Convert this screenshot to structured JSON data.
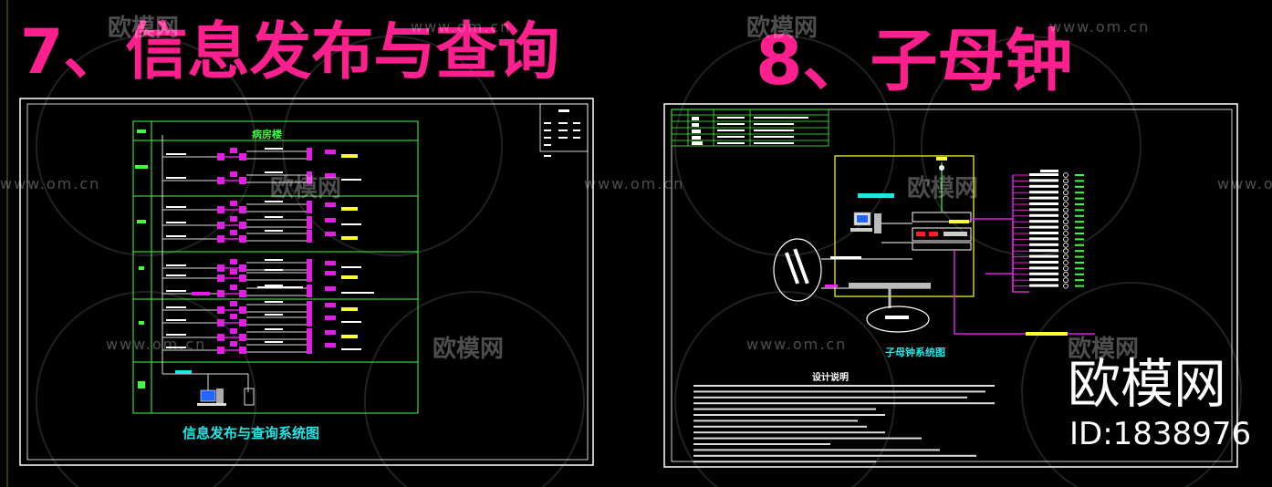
{
  "titles": {
    "left": "7、信息发布与查询",
    "right": "8、子母钟"
  },
  "left_drawing": {
    "caption": "信息发布与查询系统图",
    "building_label": "病房楼"
  },
  "right_drawing": {
    "caption": "子母钟系统图",
    "notes_title": "设计说明"
  },
  "watermark": {
    "cn": "欧模网",
    "url": "www.om.cn"
  },
  "brand": {
    "name": "欧模网",
    "id": "ID:1838976"
  },
  "colors": {
    "title": "#ff1f8e",
    "cad_green": "#3cff3c",
    "cad_magenta": "#e020e0",
    "cad_yellow": "#ffff30",
    "cad_cyan": "#22e6e6"
  }
}
